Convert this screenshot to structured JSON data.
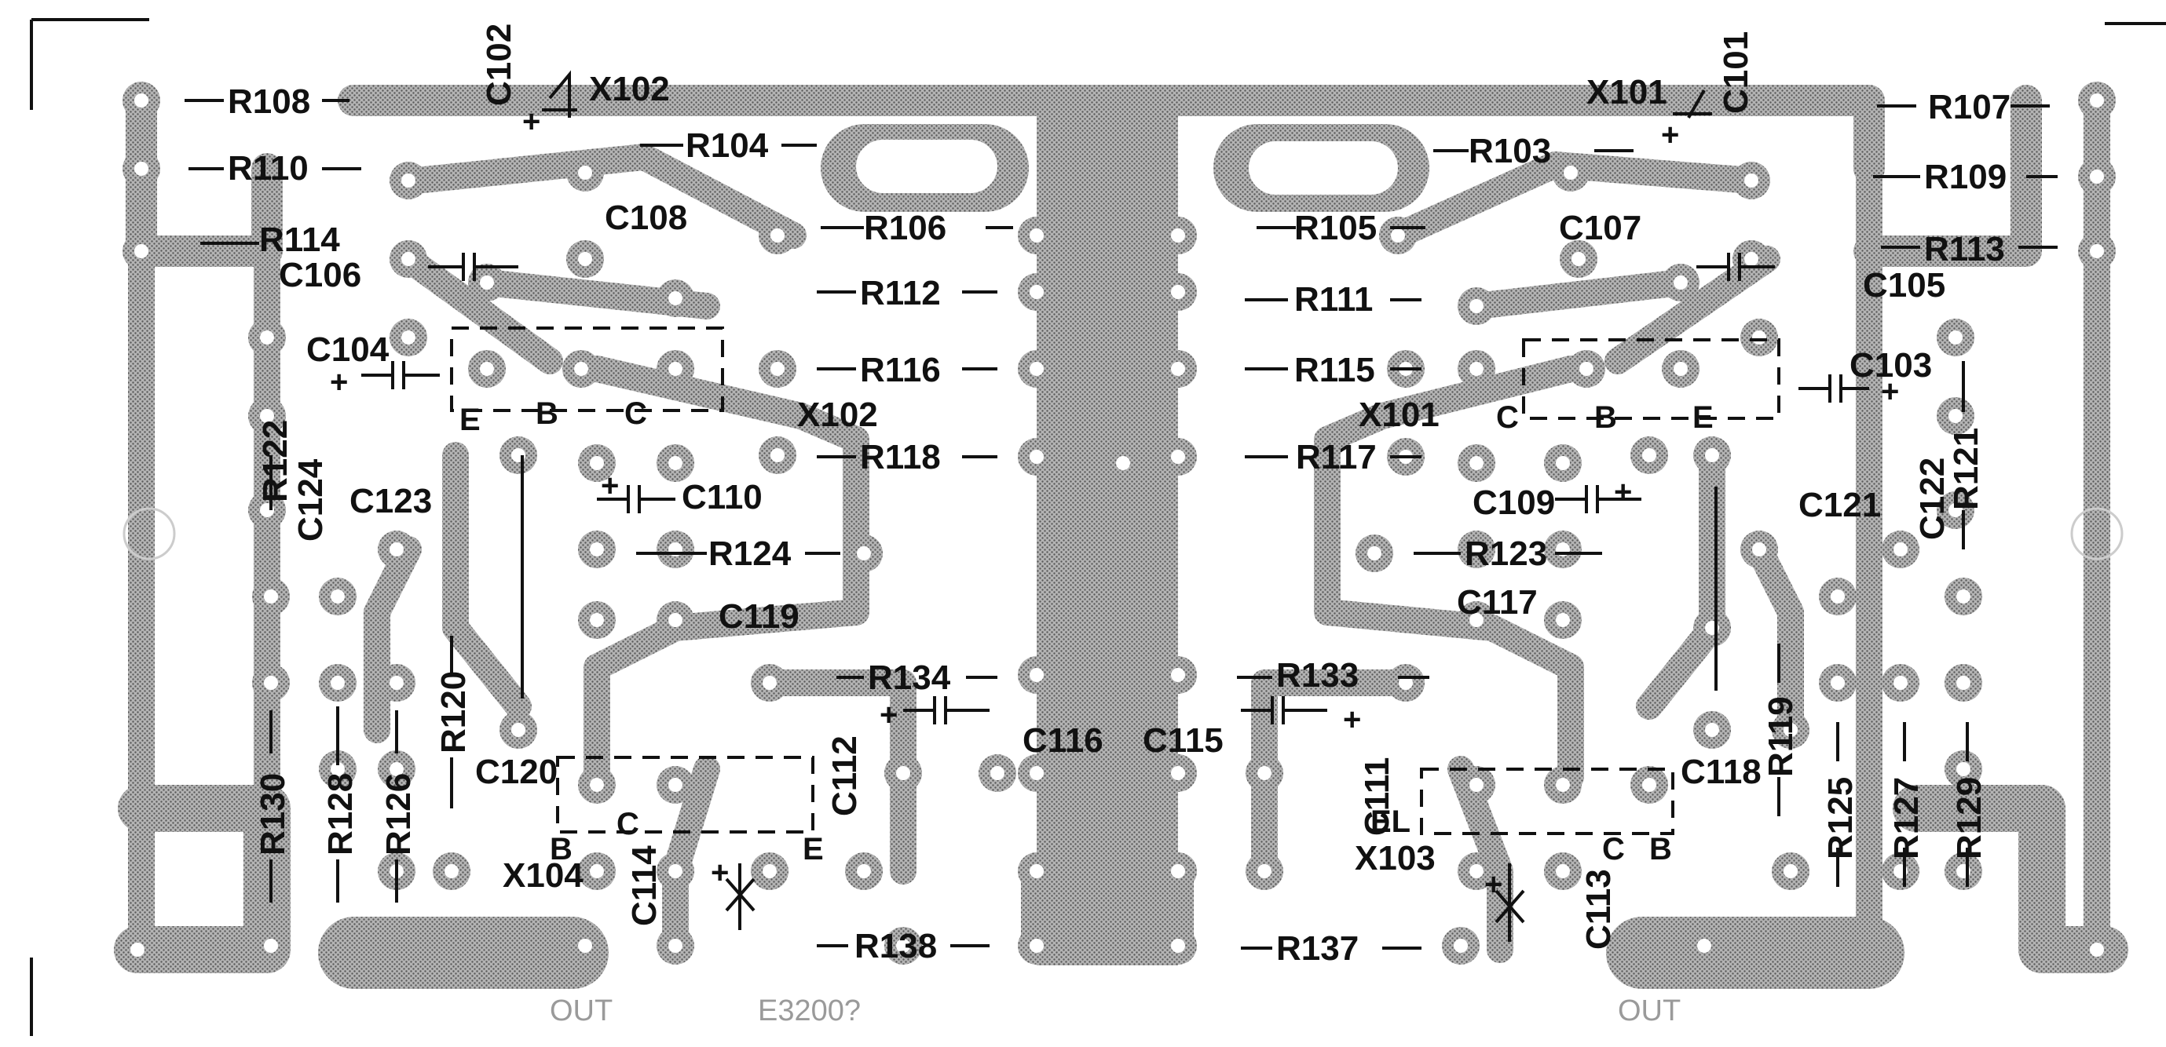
{
  "colors": {
    "copper": "#8c8c8c",
    "ink": "#111111",
    "paper": "#ffffff",
    "faint": "#9a9a9a"
  },
  "labels": {
    "R108": "R108",
    "R110": "R110",
    "R114": "R114",
    "C106": "C106",
    "C104": "C104",
    "R122": "R122",
    "C124": "C124",
    "C123": "C123",
    "R130": "R130",
    "R128": "R128",
    "R126": "R126",
    "R120": "R120",
    "C120": "C120",
    "X104": "X104",
    "C114": "C114",
    "C102": "C102",
    "X102_top": "X102",
    "R104": "R104",
    "C108": "C108",
    "R106": "R106",
    "R112": "R112",
    "R116": "R116",
    "X102_mid": "X102",
    "R118": "R118",
    "C110": "C110",
    "R124": "R124",
    "C119": "C119",
    "R134": "R134",
    "C112": "C112",
    "C116": "C116",
    "R138": "R138",
    "C115": "C115",
    "R133": "R133",
    "R137": "R137",
    "C111": "C111",
    "X103": "X103",
    "C113": "C113",
    "C117": "C117",
    "R123": "R123",
    "C109": "C109",
    "R117": "R117",
    "X101_mid": "X101",
    "R115": "R115",
    "R111": "R111",
    "R105": "R105",
    "C107": "C107",
    "R103": "R103",
    "X101_top": "X101",
    "C101": "C101",
    "R107": "R107",
    "R109": "R109",
    "R113": "R113",
    "C105": "C105",
    "C103": "C103",
    "C121": "C121",
    "C122": "C122",
    "R121": "R121",
    "C118": "C118",
    "R119": "R119",
    "R125": "R125",
    "R127": "R127",
    "R129": "R129",
    "pin_E_left": "E",
    "pin_B_left": "B",
    "pin_C_left": "C",
    "pin_C_right": "C",
    "pin_B_right": "B",
    "pin_E_right": "E",
    "pin_B_x104": "B",
    "pin_C_x104": "C",
    "pin_E_x104": "E",
    "pin_EL_x103": "EL",
    "pin_C_x103": "C",
    "pin_B_x103": "B",
    "pol": "+"
  },
  "faint_marks": {
    "out_left": "OUT",
    "part_no": "E3200?",
    "out_right": "OUT"
  }
}
